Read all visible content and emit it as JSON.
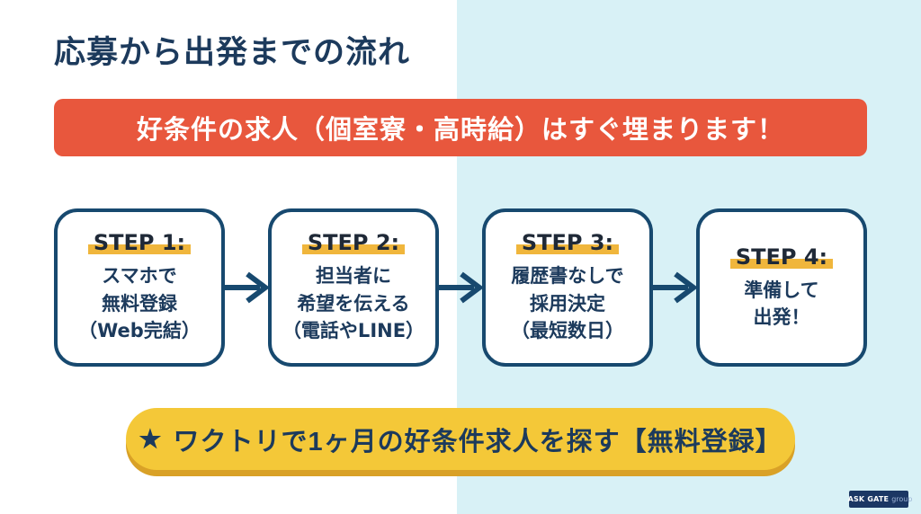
{
  "title": "応募から出発までの流れ",
  "banner": {
    "text": "好条件の求人（個室寮・高時給）はすぐ埋まります！"
  },
  "steps": [
    {
      "label": "STEP 1:",
      "lines": [
        "スマホで",
        "無料登録",
        "（Web完結）"
      ]
    },
    {
      "label": "STEP 2:",
      "lines": [
        "担当者に",
        "希望を伝える",
        "（電話やLINE）"
      ]
    },
    {
      "label": "STEP 3:",
      "lines": [
        "履歴書なしで",
        "採用決定",
        "（最短数日）"
      ]
    },
    {
      "label": "STEP 4:",
      "lines": [
        "準備して",
        "出発！"
      ]
    }
  ],
  "cta": {
    "star": "★",
    "text": "ワクトリで1ヶ月の好条件求人を探す【無料登録】"
  },
  "logo": {
    "brand": "ASK GATE",
    "suffix": "group"
  },
  "colors": {
    "navy_text": "#1C3A5C",
    "navy_border": "#17496F",
    "banner_orange": "#E8573D",
    "background_cyan": "#D8F1F6",
    "highlight_yellow": "#F0B63C",
    "button_yellow": "#F4C838",
    "button_shadow": "#D9A127",
    "logo_navy": "#1B3764"
  }
}
